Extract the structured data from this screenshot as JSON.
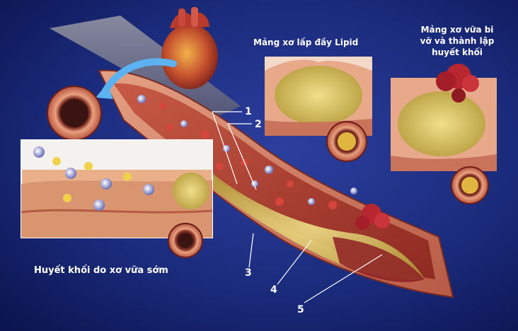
{
  "captions": {
    "lipid_plaque": "Mảng xơ lấp đầy Lipid",
    "ruptured_plaque_line1": "Mảng xơ vữa bi",
    "ruptured_plaque_line2": "vỡ và thành lập",
    "ruptured_plaque_line3": "huyết khối",
    "early_thrombus": "Huyết khối do xơ vữa sớm"
  },
  "callout_numbers": [
    "1",
    "2",
    "3",
    "4",
    "5"
  ],
  "colors": {
    "background_top": "#0d1a5c",
    "background_bottom": "#1e2f86",
    "vessel_wall": "#c96b5a",
    "vessel_lumen": "#b2402f",
    "plaque": "#d9c469",
    "thrombus": "#a3242a",
    "tissue": "#e9b089"
  },
  "icons": [
    "heart-illustration",
    "curved-arrow-icon",
    "artery-cross-section-icon"
  ]
}
